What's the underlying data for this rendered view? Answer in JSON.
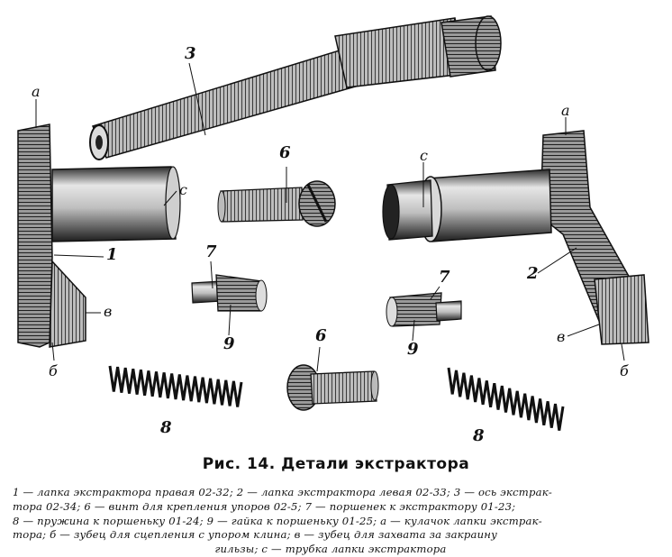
{
  "figure": {
    "part_labels": {
      "axis": "3",
      "screw_top": "6",
      "screw_bottom": "6",
      "right_lever": "1",
      "left_lever": "2",
      "piston_left_top": "7",
      "piston_left_bottom": "9",
      "piston_right_top": "7",
      "piston_right_bottom": "9",
      "spring_left": "8",
      "spring_right": "8",
      "letter_a_left": "a",
      "letter_a_right": "a",
      "letter_c_left": "c",
      "letter_c_right": "c",
      "letter_v_left": "в",
      "letter_v_right": "в",
      "letter_b_left": "б",
      "letter_b_right": "б"
    }
  },
  "caption": {
    "title": "Рис. 14. Детали экстрактора",
    "lines": [
      "1 — лапка экстрактора правая 02-32; 2 — лапка экстрактора левая 02-33; 3 — ось экстрак-",
      "тора 02-34; 6 — винт для крепления упоров 02-5; 7 — поршенек к экстрактору 01-23;",
      "8 — пружина к поршеньку 01-24; 9 — гайка к поршеньку 01-25; а — кулачок лапки экстрак-",
      "тора; б — зубец для сцепления с упором клина; в — зубец для захвата за закраину",
      "гильзы; с — трубка лапки экстрактора"
    ]
  }
}
